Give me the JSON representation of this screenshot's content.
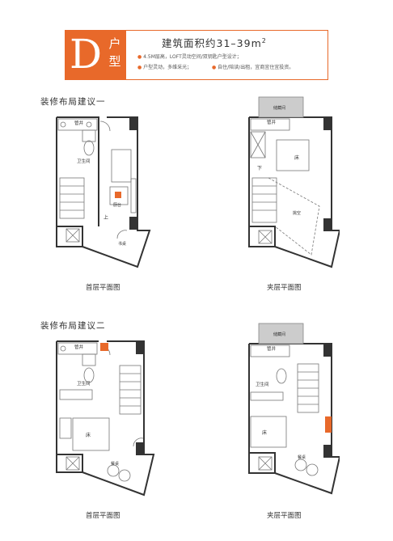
{
  "header": {
    "letter": "D",
    "unit_word": "户型",
    "area_title": "建筑面积约31–39",
    "area_unit": "m",
    "area_unit_sup": "2",
    "features": [
      "4.5M层高，LOFT灵动空间/双钥匙户型设计；",
      "户型灵动，多维采光；",
      "自住/陪读/出租，宜商宜住宜投资。"
    ],
    "accent_color": "#e8692a"
  },
  "sections": [
    {
      "title": "装修布局建议一",
      "captions": [
        "首层平面图",
        "夹层平面图"
      ]
    },
    {
      "title": "装修布局建议二",
      "captions": [
        "首层平面图",
        "夹层平面图"
      ]
    }
  ],
  "room_labels": {
    "pipe": "管井",
    "bath": "卫生间",
    "up": "上",
    "down": "下",
    "bed": "床",
    "storage": "储藏间",
    "void": "挑空",
    "kitchen": "厨台",
    "desk": "书桌",
    "dining": "餐桌"
  }
}
